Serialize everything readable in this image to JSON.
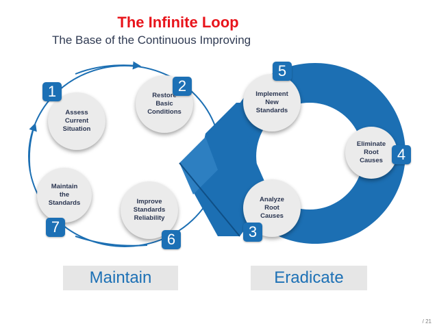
{
  "title": "The Infinite Loop",
  "subtitle": "The Base of the Continuous Improving",
  "steps": [
    {
      "num": "1",
      "label": "Assess\nCurrent\nSituation"
    },
    {
      "num": "2",
      "label": "Restore\nBasic\nConditions"
    },
    {
      "num": "3",
      "label": "Analyze\nRoot\nCauses"
    },
    {
      "num": "4",
      "label": "Eliminate\nRoot\nCauses"
    },
    {
      "num": "5",
      "label": "Implement\nNew\nStandards"
    },
    {
      "num": "6",
      "label": "Improve\nStandards\nReliability"
    },
    {
      "num": "7",
      "label": "Maintain\nthe\nStandards"
    }
  ],
  "phases": {
    "left": "Maintain",
    "right": "Eradicate"
  },
  "page_number": "/ 21",
  "colors": {
    "title": "#e8141b",
    "accent": "#1c70b5",
    "loop_blue": "#1c6fb3",
    "circle": "#ebebeb"
  }
}
